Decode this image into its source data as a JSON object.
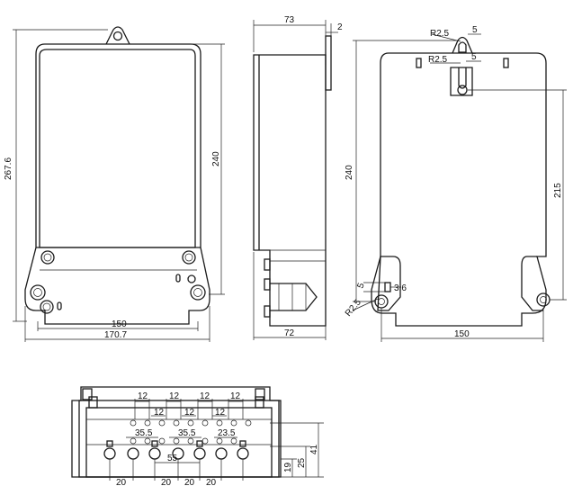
{
  "front_view": {
    "dim_total_height": "267.6",
    "dim_body_height": "240",
    "dim_inner_width": "150",
    "dim_outer_width": "170.7"
  },
  "side_view": {
    "dim_depth": "73",
    "dim_plate": "2",
    "dim_base_depth": "72"
  },
  "back_view": {
    "dim_radius_top": "R2.5",
    "dim_radius_slot": "R2.5",
    "dim_top_5a": "5",
    "dim_top_5b": "5",
    "dim_height": "240",
    "dim_hole_spacing": "215",
    "dim_width": "150",
    "dim_bottom_5": "5",
    "dim_bottom_36": "3.6",
    "dim_radius_bottom": "R2.5"
  },
  "terminal_view": {
    "dim_12_top": [
      "12",
      "12",
      "12",
      "12"
    ],
    "dim_12_mid": [
      "12",
      "12",
      "12"
    ],
    "dim_35a": "35.5",
    "dim_35b": "35.5",
    "dim_235": "23.5",
    "dim_55": "55",
    "dim_20": [
      "20",
      "20",
      "20",
      "20"
    ],
    "dim_right": [
      "19",
      "25",
      "41"
    ]
  }
}
